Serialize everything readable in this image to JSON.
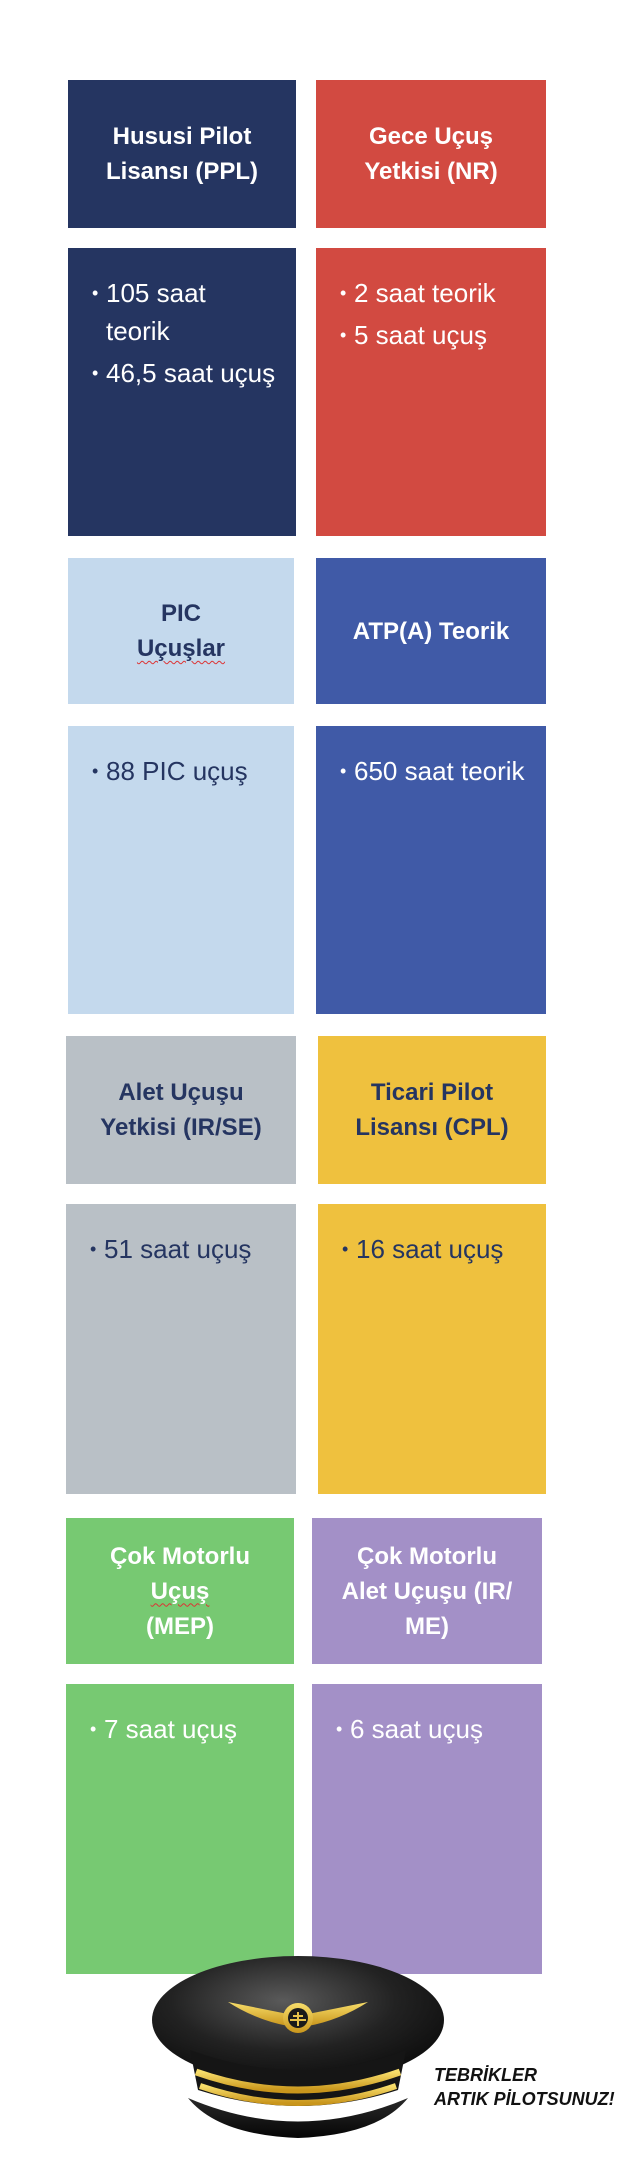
{
  "cards": [
    {
      "title": [
        "Hususi Pilot",
        "Lisansı (PPL)"
      ],
      "items": [
        "105 saat teorik",
        "46,5 saat uçuş"
      ]
    },
    {
      "title": [
        "Gece Uçuş",
        "Yetkisi (NR)"
      ],
      "items": [
        "2 saat teorik",
        "5 saat uçuş"
      ]
    },
    {
      "title": [
        "PIC",
        "Uçuşlar"
      ],
      "items": [
        "88 PIC uçuş"
      ]
    },
    {
      "title": [
        "ATP(A) Teorik"
      ],
      "items": [
        "650 saat teorik"
      ]
    },
    {
      "title": [
        "Alet Uçuşu",
        "Yetkisi (IR/SE)"
      ],
      "items": [
        "51 saat uçuş"
      ]
    },
    {
      "title": [
        "Ticari Pilot",
        "Lisansı (CPL)"
      ],
      "items": [
        "16 saat uçuş"
      ]
    },
    {
      "title": [
        "Çok Motorlu",
        "Uçuş (MEP)"
      ],
      "items": [
        "7 saat uçuş"
      ]
    },
    {
      "title": [
        "Çok Motorlu",
        "Alet Uçuşu (IR/",
        "ME)"
      ],
      "items": [
        "6 saat uçuş"
      ]
    }
  ],
  "caption": {
    "line1": "TEBRİKLER",
    "line2": "ARTIK PİLOTSUNUZ!"
  },
  "colors": {
    "navy": "#253561",
    "red": "#d24a41",
    "light_blue": "#c4d9ed",
    "blue": "#405aa7",
    "gray": "#b9c0c6",
    "yellow": "#efc13e",
    "green": "#77c972",
    "purple": "#a390c7"
  },
  "icons": {
    "pilot_cap": "pilot-cap-icon"
  }
}
